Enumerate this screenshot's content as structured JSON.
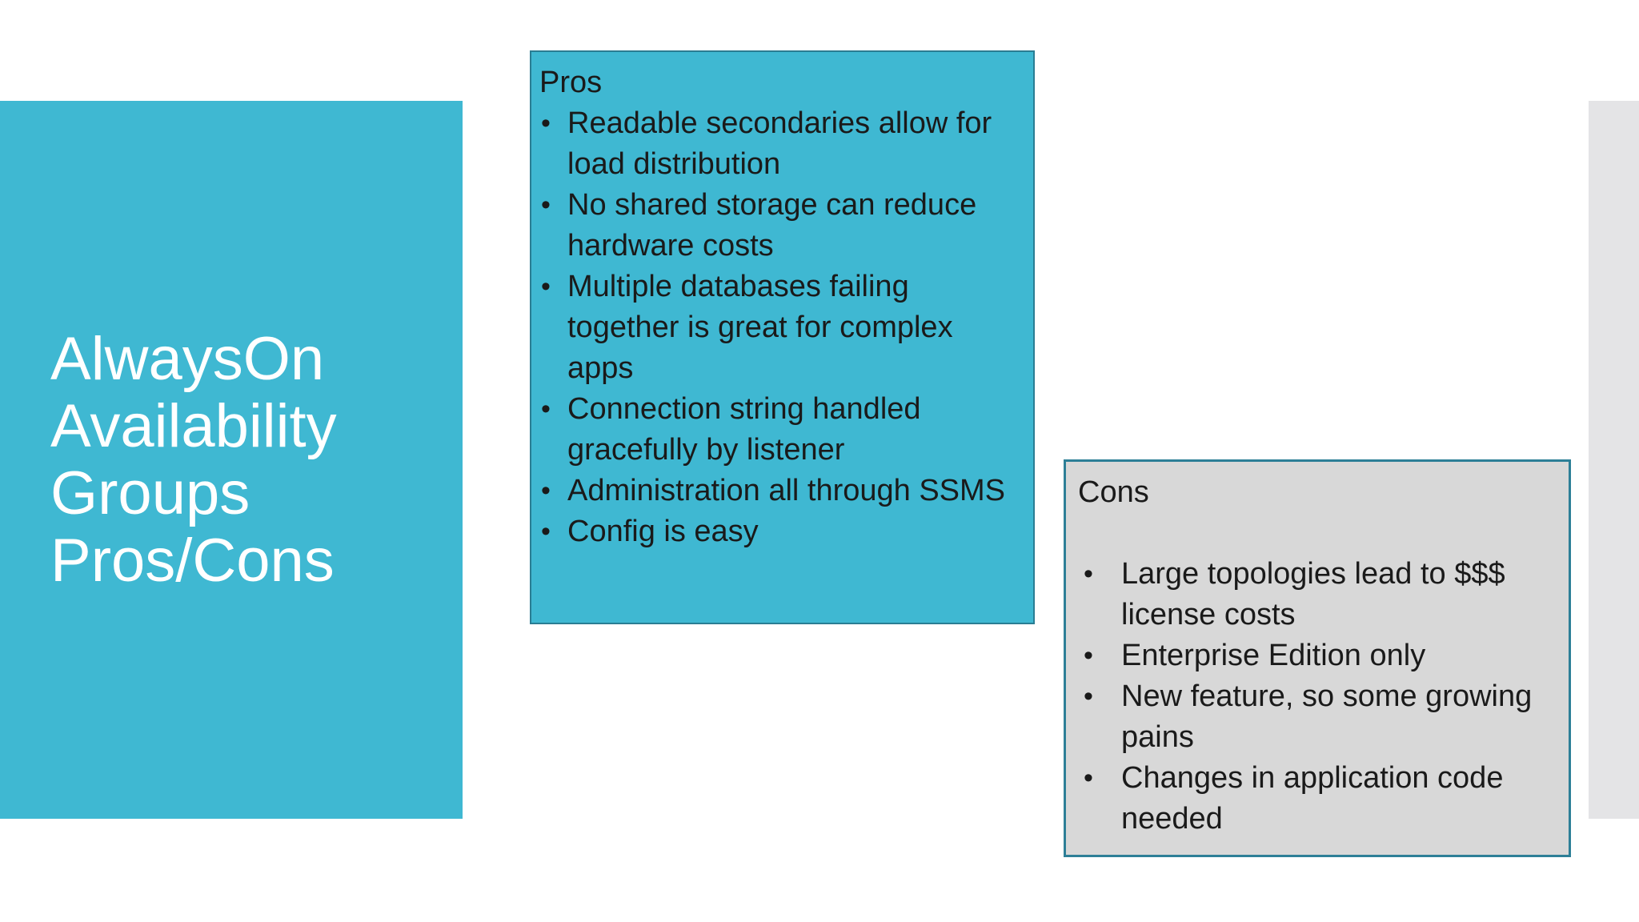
{
  "slide": {
    "background_color": "#ffffff",
    "accent_color": "#3fb8d2",
    "title_panel": {
      "fill": "#3fb8d2",
      "text_color": "#ffffff",
      "title_text": "AlwaysOn Availability Groups Pros/Cons",
      "title_lines": [
        "AlwaysOn",
        "Availability",
        "Groups",
        "Pros/Cons"
      ]
    },
    "pros_panel": {
      "fill": "#3fb8d2",
      "border_color": "#2a7d93",
      "text_color": "#1a1a1a",
      "heading": "Pros",
      "bullet_glyph": "•",
      "bullets": [
        "Readable secondaries allow for load distribution",
        "No shared storage can reduce hardware costs",
        "Multiple databases failing together is great for complex apps",
        "Connection string handled gracefully by listener",
        "Administration all through SSMS",
        "Config is easy"
      ]
    },
    "cons_panel": {
      "fill": "#d8d8d8",
      "border_color": "#2d7f97",
      "text_color": "#1a1a1a",
      "heading": "Cons",
      "bullet_glyph": "•",
      "bullets": [
        "Large topologies lead to $$$ license costs",
        "Enterprise Edition only",
        "New feature, so some growing pains",
        "Changes in application code needed"
      ]
    },
    "right_strip": {
      "fill": "#e4e4e6"
    }
  }
}
